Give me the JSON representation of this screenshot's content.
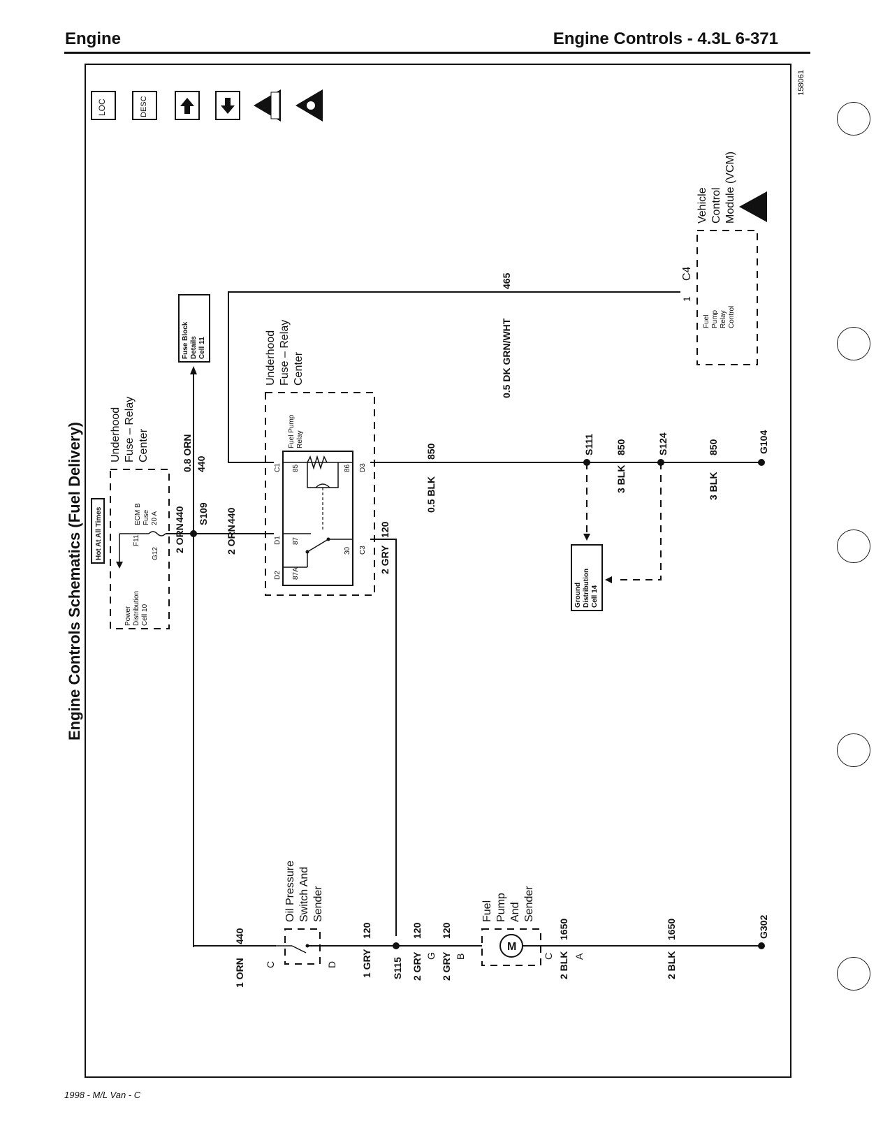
{
  "header": {
    "left": "Engine",
    "right": "Engine Controls - 4.3L   6-371"
  },
  "footer": "1998 - M/L Van - C",
  "diagram": {
    "title": "Engine Controls Schematics (Fuel Delivery)",
    "figure_id": "158061",
    "icons": [
      {
        "name": "loc-icon",
        "text": "LOC"
      },
      {
        "name": "desc-icon",
        "text": "DESC"
      },
      {
        "name": "arrow-up-icon",
        "text": "↑"
      },
      {
        "name": "arrow-down-icon",
        "text": "↓"
      },
      {
        "name": "obd-warning-icon",
        "text": "OBD II"
      },
      {
        "name": "esd-warning-icon",
        "text": ""
      }
    ],
    "hot_label": "Hot At All Times",
    "fuse_center_1": "Underhood\nFuse – Relay\nCenter",
    "power_dist": "Power\nDistribution\nCell 10",
    "fuse_f11": "F11",
    "fuse_g12": "G12",
    "fuse_name": "ECM B\nFuse\n20 A",
    "fuse_block": "Fuse Block\nDetails\nCell 11",
    "w_08orn": "0.8 ORN",
    "w_440a": "440",
    "w_2orn_a": "2 ORN",
    "w_440b": "440",
    "s109": "S109",
    "w_2orn_b": "2 ORN",
    "w_440c": "440",
    "fuse_center_2": "Underhood\nFuse – Relay\nCenter",
    "relay_name": "Fuel Pump\nRelay",
    "c1": "C1",
    "d1": "D1",
    "d2": "D2",
    "d3": "D3",
    "c3": "C3",
    "p85": "85",
    "p86": "86",
    "p87": "87",
    "p87a": "87A",
    "p30": "30",
    "w_2gry": "2 GRY",
    "w_120a": "120",
    "w_05blk": "0.5 BLK",
    "w_850a": "850",
    "w_05dkgrn": "0.5 DK GRN/WHT",
    "w_465": "465",
    "s111": "S111",
    "w_3blk_a": "3 BLK",
    "w_850b": "850",
    "s124": "S124",
    "w_3blk_b": "3 BLK",
    "w_850c": "850",
    "g104": "G104",
    "ground_dist": "Ground\nDistribution\nCell 14",
    "vcm_name": "Vehicle\nControl\nModule (VCM)",
    "c4": "C4",
    "c4_pin": "1",
    "vcm_func": "Fuel\nPump\nRelay\nControl",
    "oil_switch": "Oil Pressure\nSwitch And\nSender",
    "oil_c": "C",
    "oil_d": "D",
    "w_1orn": "1 ORN",
    "w_440d": "440",
    "w_1gry": "1 GRY",
    "w_120b": "120",
    "s115": "S115",
    "w_2gry_b": "2 GRY",
    "w_120c": "120",
    "pg": "G",
    "w_2gry_c": "2 GRY",
    "w_120d": "120",
    "pb": "B",
    "pump_name": "Fuel\nPump\nAnd\nSender",
    "motor": "M",
    "pc": "C",
    "w_2blk_a": "2 BLK",
    "w_1650a": "1650",
    "pa": "A",
    "w_2blk_b": "2 BLK",
    "w_1650b": "1650",
    "g302": "G302"
  }
}
